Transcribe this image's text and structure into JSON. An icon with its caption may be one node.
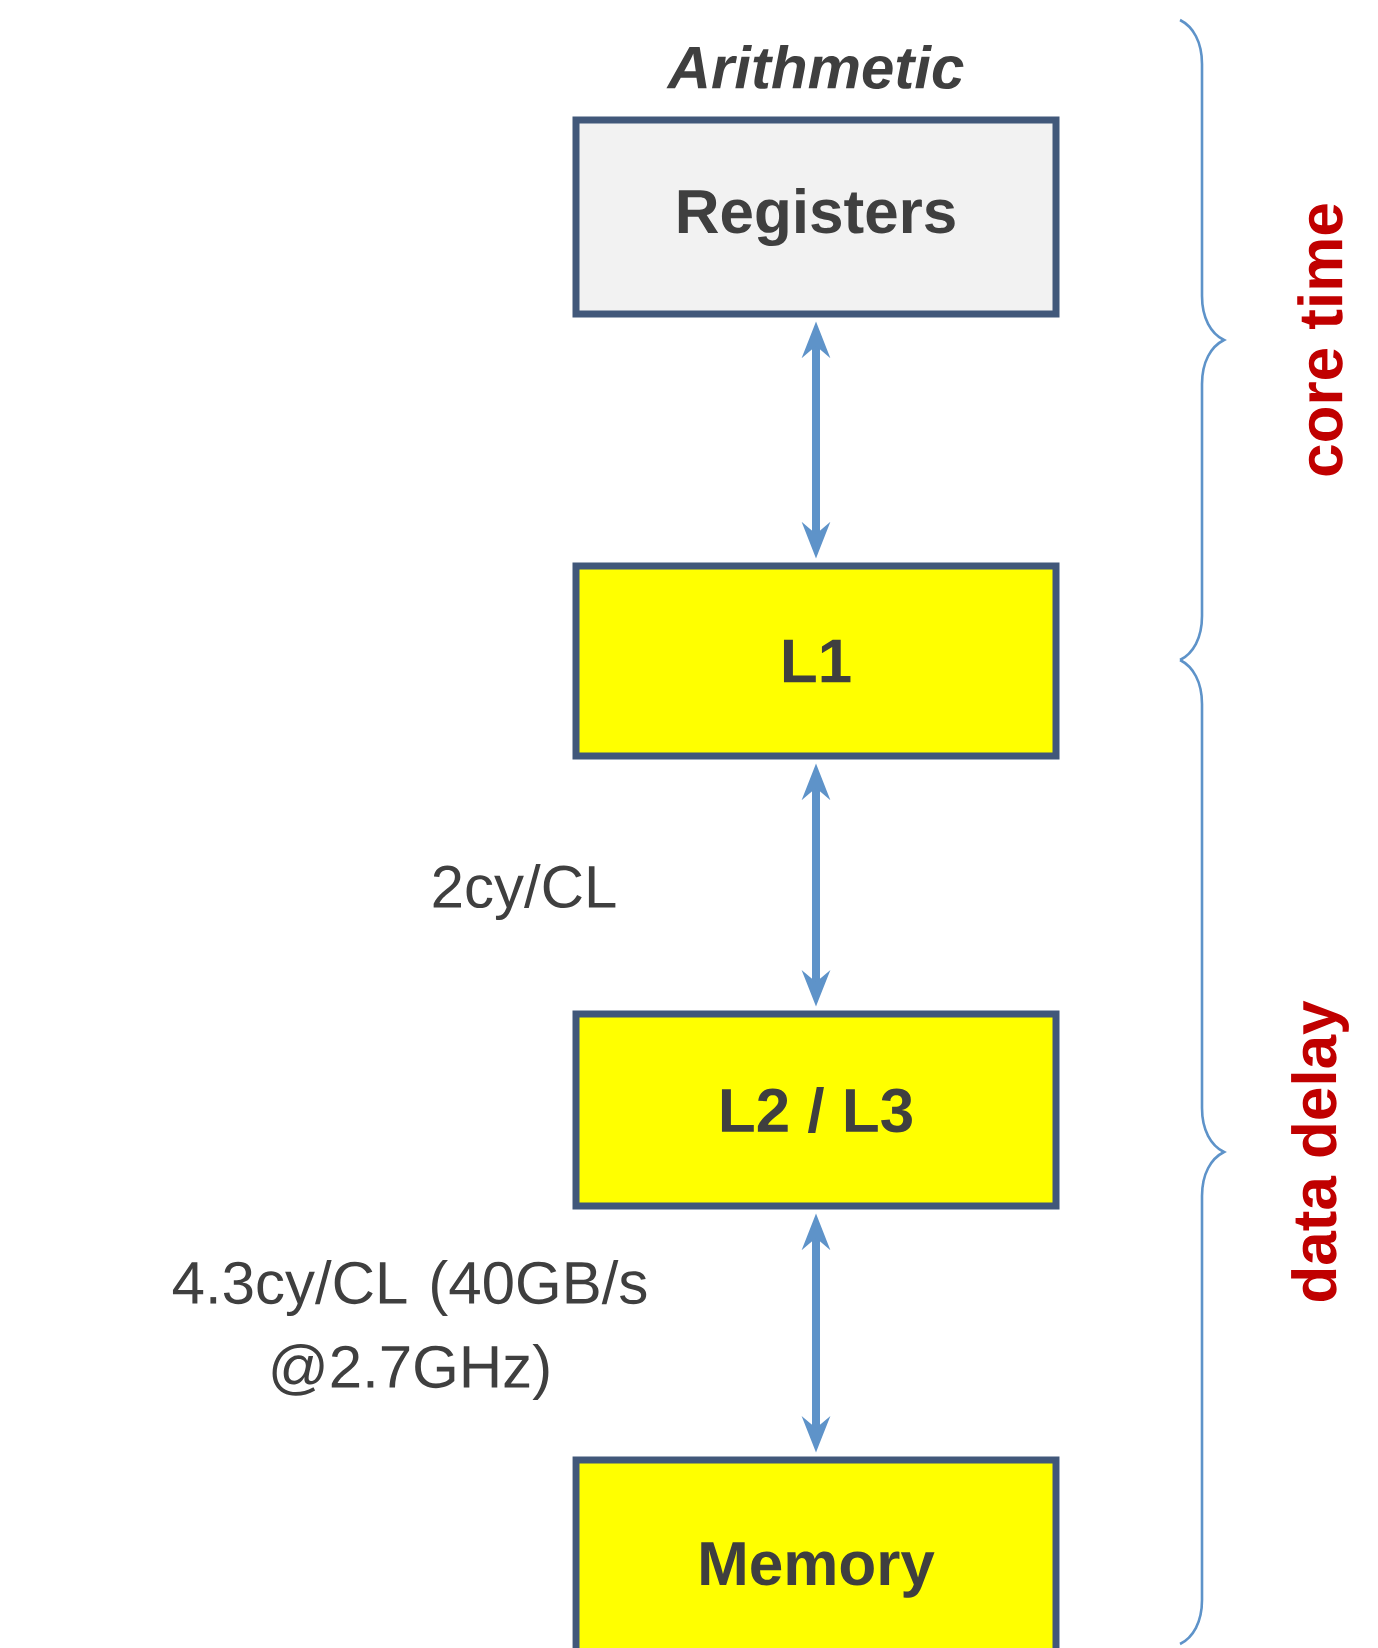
{
  "diagram": {
    "nodes": [
      {
        "text": [
          "Registers"
        ],
        "beside": [
          "Arithmetic"
        ]
      },
      {
        "text": [
          "L1"
        ]
      },
      {
        "text": [
          "L2 / L3"
        ]
      },
      {
        "text": [
          "Memory"
        ]
      }
    ],
    "edges": [
      {
        "from": 0,
        "to": 1,
        "arrow": "both"
      },
      {
        "from": 1,
        "to": 2,
        "arrow": "both",
        "label": "2cy/CL"
      },
      {
        "from": 2,
        "to": 3,
        "arrow": "both",
        "label": "4.3cy/CL (40GB/s @2.7GHz)"
      }
    ],
    "labels": [
      "core time",
      "data delay"
    ]
  }
}
